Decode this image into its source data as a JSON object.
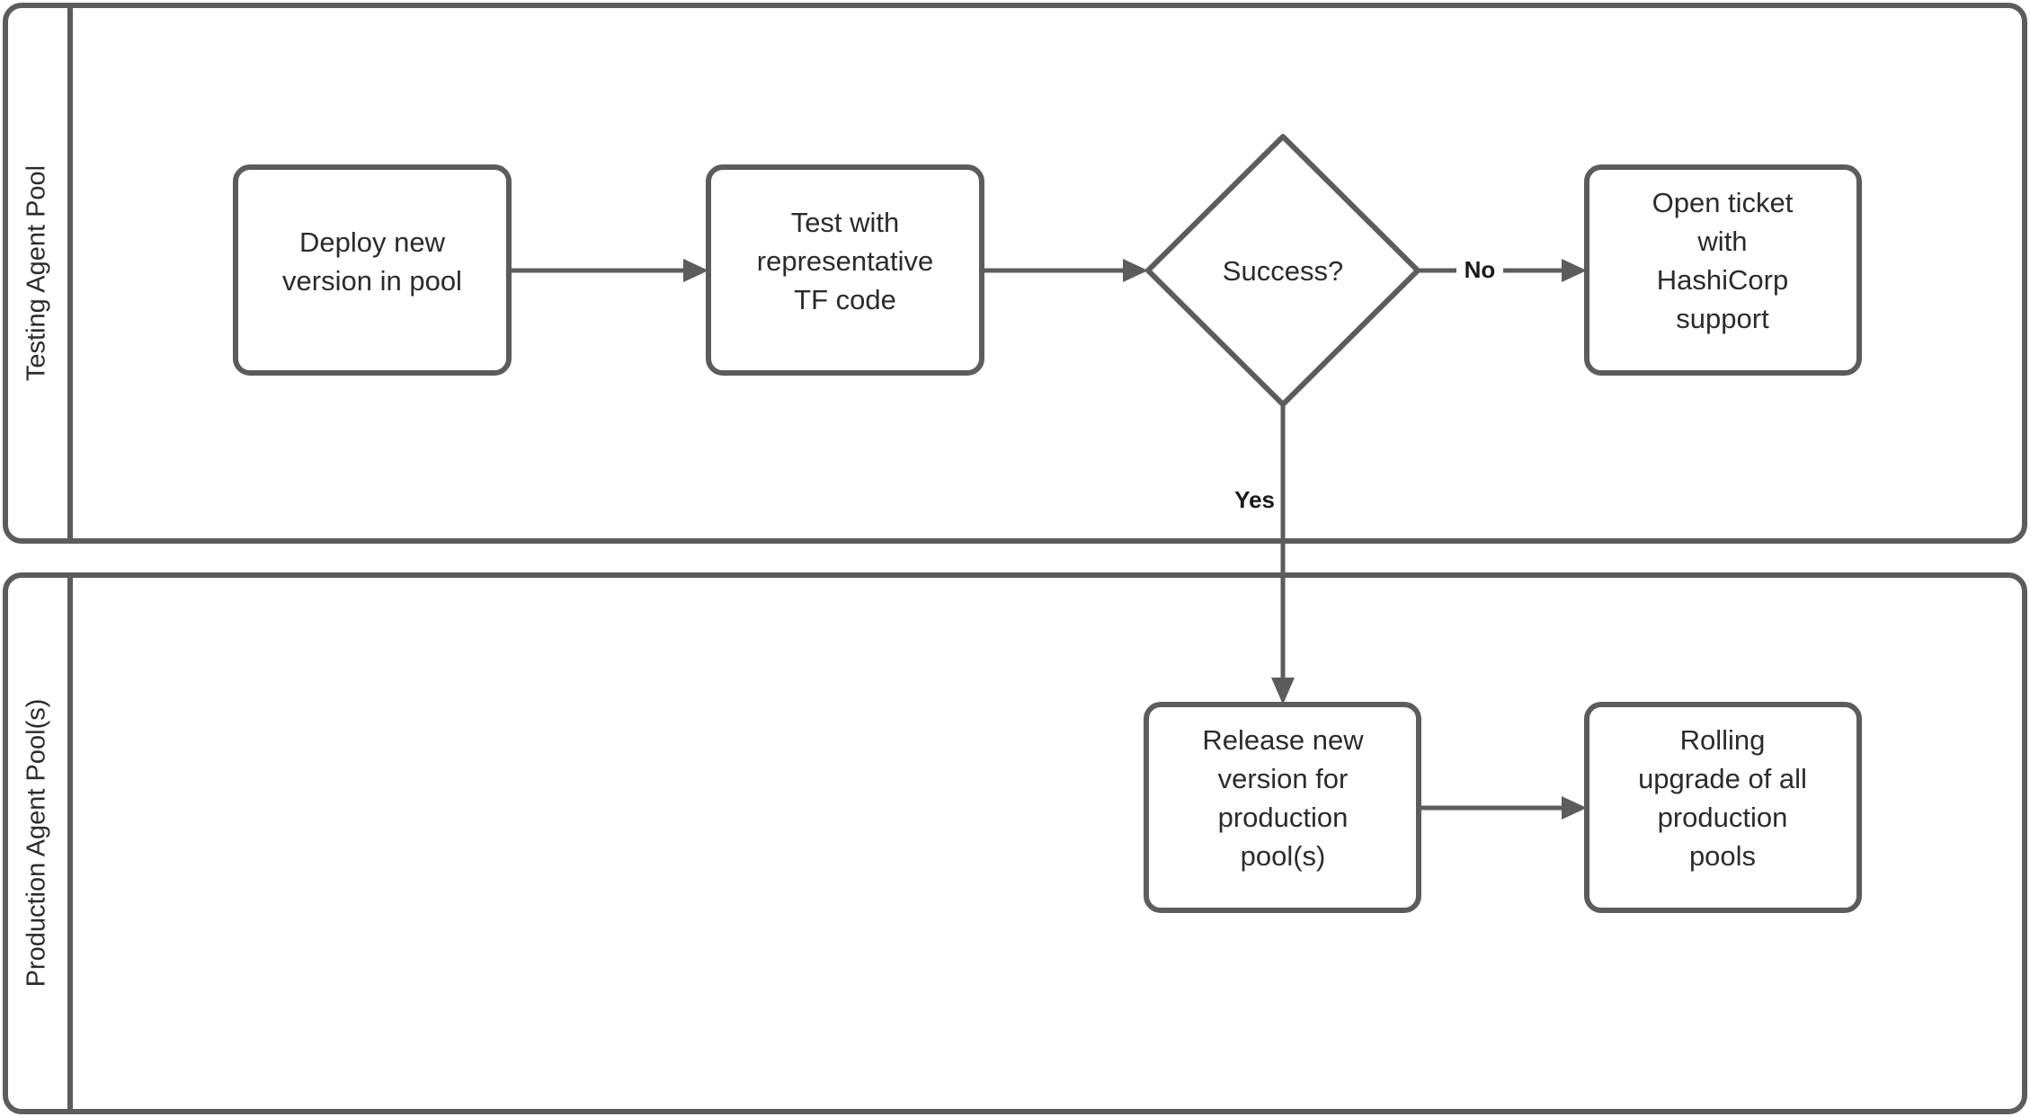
{
  "diagram": {
    "type": "swimlane-flowchart",
    "title": "",
    "background_color": "#ffffff",
    "stroke_color": "#5c5c5c",
    "text_color": "#2b2b2b",
    "lanes": [
      {
        "id": "lane-testing",
        "label": "Testing Agent Pool"
      },
      {
        "id": "lane-production",
        "label": "Production Agent Pool(s)"
      }
    ],
    "nodes": [
      {
        "id": "deploy",
        "shape": "rounded-rect",
        "lane": "lane-testing",
        "lines": [
          "Deploy new",
          "version in pool"
        ]
      },
      {
        "id": "test",
        "shape": "rounded-rect",
        "lane": "lane-testing",
        "lines": [
          "Test with",
          "representative",
          "TF code"
        ]
      },
      {
        "id": "success",
        "shape": "diamond",
        "lane": "lane-testing",
        "lines": [
          "Success?"
        ]
      },
      {
        "id": "ticket",
        "shape": "rounded-rect",
        "lane": "lane-testing",
        "lines": [
          "Open ticket",
          "with",
          "HashiCorp",
          "support"
        ]
      },
      {
        "id": "release",
        "shape": "rounded-rect",
        "lane": "lane-production",
        "lines": [
          "Release new",
          "version for",
          "production",
          "pool(s)"
        ]
      },
      {
        "id": "rolling",
        "shape": "rounded-rect",
        "lane": "lane-production",
        "lines": [
          "Rolling",
          "upgrade of all",
          "production",
          "pools"
        ]
      }
    ],
    "edges": [
      {
        "id": "edge-deploy-test",
        "from": "deploy",
        "to": "test",
        "label": "",
        "direction": "right"
      },
      {
        "id": "edge-test-success",
        "from": "test",
        "to": "success",
        "label": "",
        "direction": "right"
      },
      {
        "id": "edge-success-ticket",
        "from": "success",
        "to": "ticket",
        "label": "No",
        "direction": "right"
      },
      {
        "id": "edge-success-release",
        "from": "success",
        "to": "release",
        "label": "Yes",
        "direction": "down"
      },
      {
        "id": "edge-release-rolling",
        "from": "release",
        "to": "rolling",
        "label": "",
        "direction": "right"
      }
    ]
  },
  "labels": {
    "lane_testing": "Testing Agent Pool",
    "lane_production": "Production Agent Pool(s)",
    "deploy_l1": "Deploy new",
    "deploy_l2": "version in pool",
    "test_l1": "Test with",
    "test_l2": "representative",
    "test_l3": "TF code",
    "success_l1": "Success?",
    "ticket_l1": "Open ticket",
    "ticket_l2": "with",
    "ticket_l3": "HashiCorp",
    "ticket_l4": "support",
    "release_l1": "Release new",
    "release_l2": "version for",
    "release_l3": "production",
    "release_l4": "pool(s)",
    "rolling_l1": "Rolling",
    "rolling_l2": "upgrade of all",
    "rolling_l3": "production",
    "rolling_l4": "pools",
    "edge_no": "No",
    "edge_yes": "Yes"
  }
}
